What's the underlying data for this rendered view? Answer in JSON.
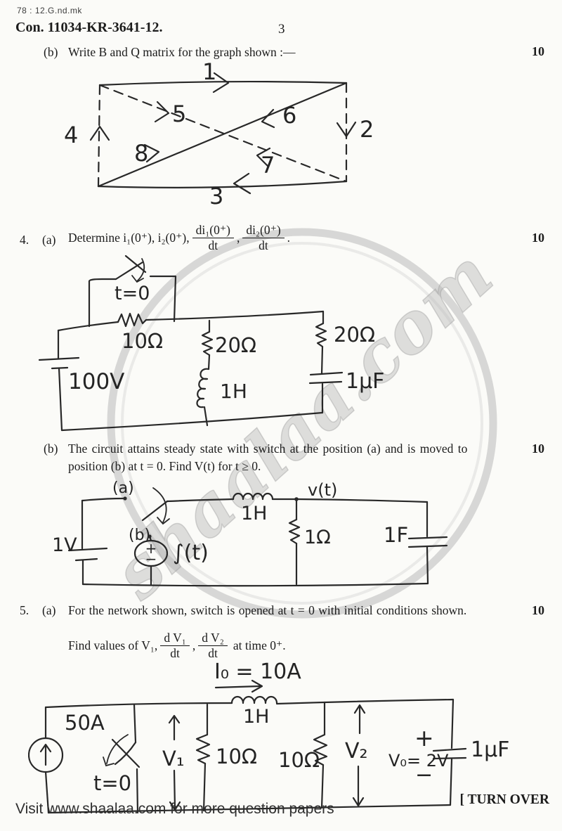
{
  "header": {
    "code": "78 : 12.G.nd.mk",
    "exam_no": "Con. 11034-KR-3641-12.",
    "page_num": "3"
  },
  "watermark": {
    "text": "shaalaa.com"
  },
  "q3b": {
    "label": "(b)",
    "text": "Write B and Q matrix for the graph shown :—",
    "marks": "10"
  },
  "graph": {
    "e1": "1",
    "e2": "2",
    "e3": "3",
    "e4": "4",
    "e5": "5",
    "e6": "6",
    "e7": "7",
    "e8": "8"
  },
  "q4": {
    "number": "4.",
    "a": {
      "label": "(a)",
      "prefix": "Determine i₁(0⁺), i₂(0⁺),",
      "f1n": "di₁(0⁺)",
      "f1d": "dt",
      "sep": ",",
      "f2n": "di₂(0⁺)",
      "f2d": "dt",
      "end": ".",
      "marks": "10"
    },
    "b": {
      "label": "(b)",
      "line1": "The circuit attains steady state with switch at the position (a) and is moved to",
      "line2": "position (b) at t = 0.  Find V(t) for t ≥ 0.",
      "marks": "10"
    }
  },
  "c4a": {
    "sw": "t=0",
    "r1": "10Ω",
    "src": "100V",
    "r2": "20Ω",
    "l": "1H",
    "r3": "20Ω",
    "c": "1μF"
  },
  "c4b": {
    "src": "1V",
    "a": "(a)",
    "b": "(b)",
    "imp": "∫(t)",
    "plus": "+",
    "minus": "−",
    "l": "1H",
    "node": "v(t)",
    "r": "1Ω",
    "c": "1F"
  },
  "q5": {
    "number": "5.",
    "a": {
      "label": "(a)",
      "line1": "For the network shown, switch is opened at t = 0 with initial conditions shown.",
      "marks": "10",
      "find": "Find values of V₁,",
      "f1n": "d V₁",
      "f1d": "dt",
      "sep": ",",
      "f2n": "d V₂",
      "f2d": "dt",
      "suffix": "at time 0⁺."
    }
  },
  "c5a": {
    "i0": "I₀ = 10A",
    "src": "50A",
    "sw": "t=0",
    "v1": "V₁",
    "r1": "10Ω",
    "l": "1H",
    "r2": "10Ω",
    "v2": "V₂",
    "plus": "+",
    "v0": "V₀= 2V",
    "minus": "−",
    "c": "1μF"
  },
  "footer": {
    "visit": "Visit www.shaalaa.com for more question papers",
    "turnover": "[ TURN OVER"
  }
}
